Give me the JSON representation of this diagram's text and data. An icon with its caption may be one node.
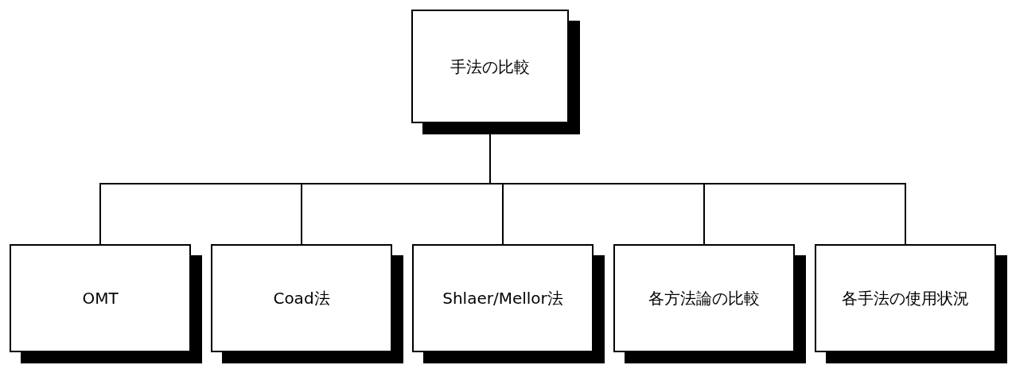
{
  "diagram": {
    "nodes": [
      {
        "text": [
          "手法の比較"
        ]
      },
      {
        "text": [
          "OMT"
        ]
      },
      {
        "text": [
          "Coad法"
        ]
      },
      {
        "text": [
          "Shlaer/Mellor法"
        ]
      },
      {
        "text": [
          "各方法論の比較"
        ]
      },
      {
        "text": [
          "各手法の使用状況"
        ]
      }
    ],
    "edges": [
      {
        "from": 0,
        "to": 1,
        "arrow": "none"
      },
      {
        "from": 0,
        "to": 2,
        "arrow": "none"
      },
      {
        "from": 0,
        "to": 3,
        "arrow": "none"
      },
      {
        "from": 0,
        "to": 4,
        "arrow": "none"
      },
      {
        "from": 0,
        "to": 5,
        "arrow": "none"
      }
    ]
  }
}
